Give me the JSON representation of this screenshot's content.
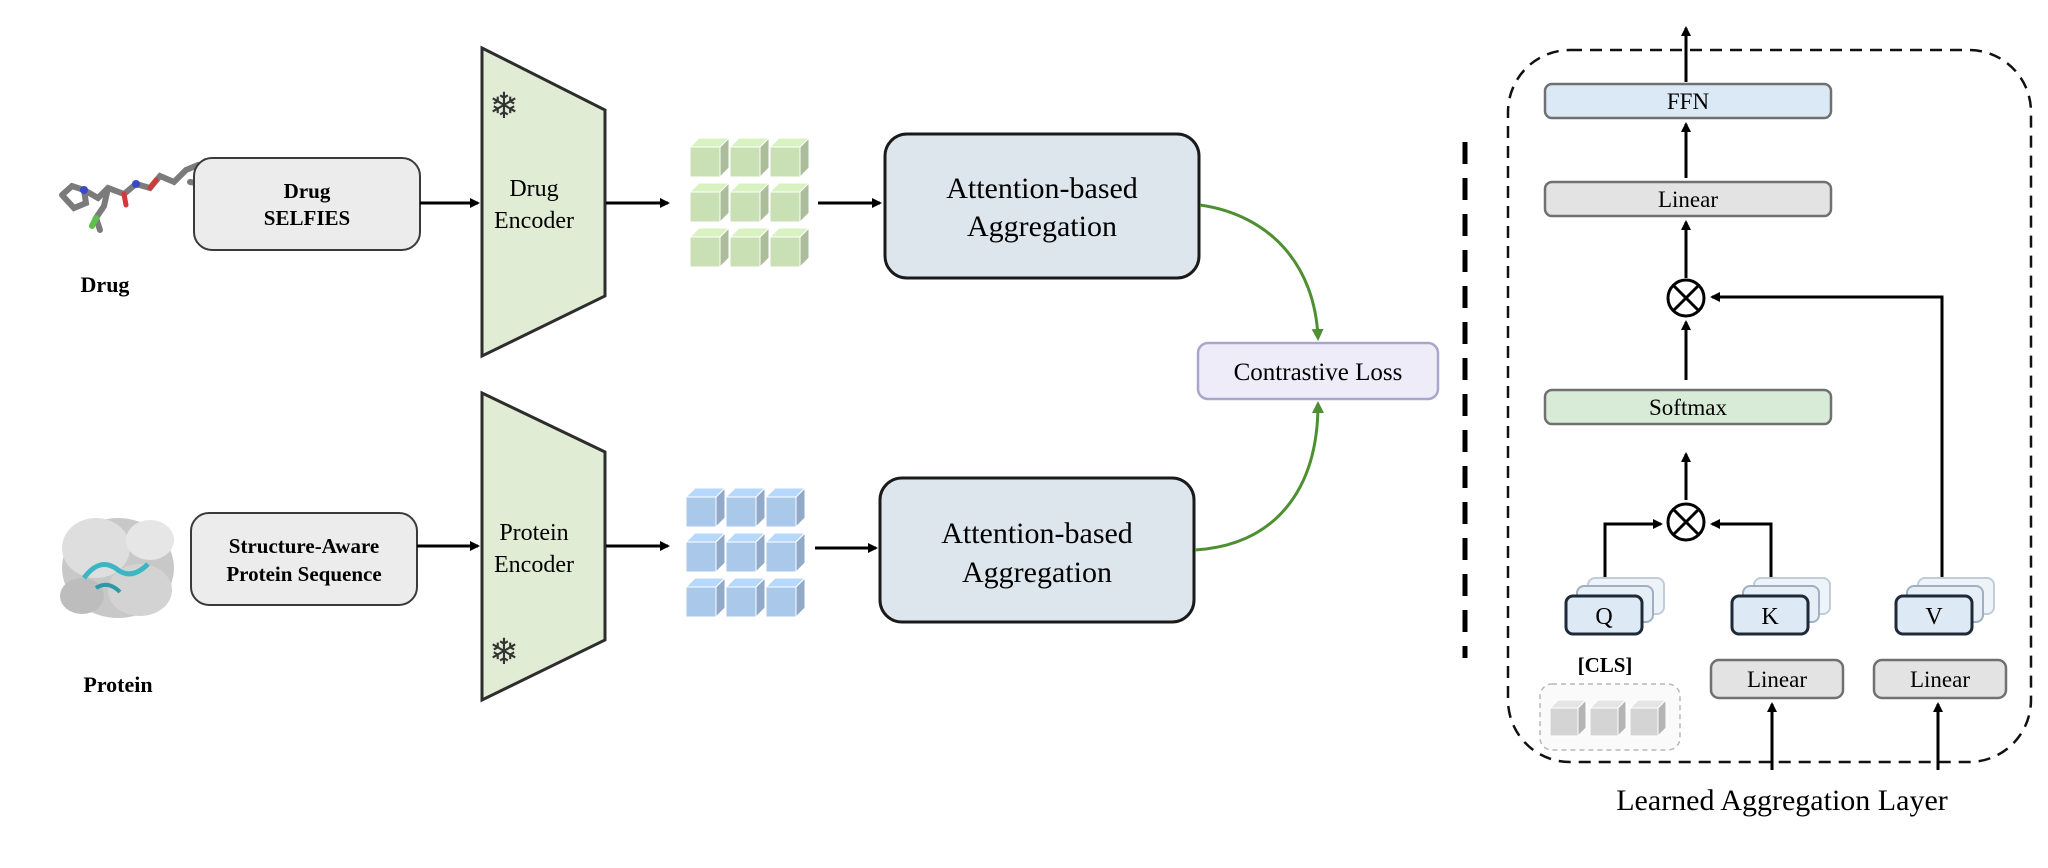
{
  "pipeline": {
    "drug": {
      "image_label": "Drug",
      "input_line1": "Drug",
      "input_line2": "SELFIES",
      "encoder_line1": "Drug",
      "encoder_line2": "Encoder",
      "agg_line1": "Attention-based",
      "agg_line2": "Aggregation",
      "embedding_color": "#c9e0b4"
    },
    "protein": {
      "image_label": "Protein",
      "input_line1": "Structure-Aware",
      "input_line2": "Protein Sequence",
      "encoder_line1": "Protein",
      "encoder_line2": "Encoder",
      "agg_line1": "Attention-based",
      "agg_line2": "Aggregation",
      "embedding_color": "#a9c8ea"
    },
    "loss_label": "Contrastive Loss",
    "frozen_icon": "snowflake-icon"
  },
  "aggregation_layer": {
    "caption": "Learned Aggregation Layer",
    "ffn_label": "FFN",
    "linear_top_label": "Linear",
    "softmax_label": "Softmax",
    "q_label": "Q",
    "k_label": "K",
    "v_label": "V",
    "cls_label": "[CLS]",
    "linear_k_label": "Linear",
    "linear_v_label": "Linear",
    "multiply_icon": "otimes-icon"
  },
  "colors": {
    "encoder_fill": "#e1ecd4",
    "agg_fill": "#dce6ec",
    "input_fill": "#ececec",
    "loss_fill": "#eeecf8",
    "loss_stroke": "#a9a6cc",
    "ffn_fill": "#dbe8f5",
    "softmax_fill": "#d8ebd6",
    "linear_fill": "#e3e3e3",
    "qkv_fill": "#dde9f5",
    "green_arrow": "#4f8f33"
  }
}
